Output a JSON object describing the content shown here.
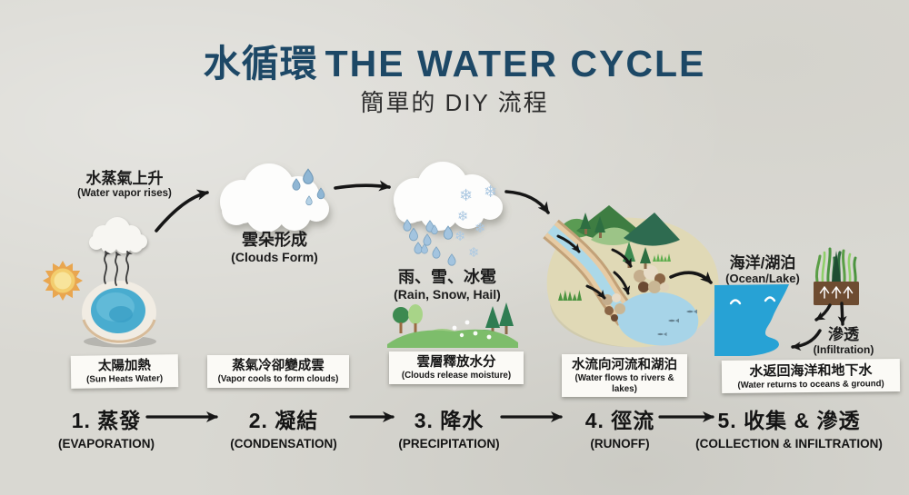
{
  "header": {
    "title_zh": "水循環",
    "title_en": "THE WATER CYCLE",
    "subtitle": "簡單的 DIY 流程"
  },
  "stages": [
    {
      "name": "evaporation",
      "annotation_zh": "水蒸氣上升",
      "annotation_en": "(Water vapor rises)",
      "caption_zh": "太陽加熱",
      "caption_en": "(Sun Heats Water)"
    },
    {
      "name": "condensation",
      "annotation_zh": "雲朵形成",
      "annotation_en": "(Clouds Form)",
      "caption_zh": "蒸氣冷卻變成雲",
      "caption_en": "(Vapor cools to form clouds)"
    },
    {
      "name": "precipitation",
      "annotation_zh": "雨、雪、冰雹",
      "annotation_en": "(Rain, Snow, Hail)",
      "caption_zh": "雲層釋放水分",
      "caption_en": "(Clouds release moisture)"
    },
    {
      "name": "runoff",
      "caption_zh": "水流向河流和湖泊",
      "caption_en": "(Water flows to rivers & lakes)"
    },
    {
      "name": "collection-infiltration",
      "annotation_zh": "海洋/湖泊",
      "annotation_en": "(Ocean/Lake)",
      "sub_annotation_zh": "滲透",
      "sub_annotation_en": "(Infiltration)",
      "caption_zh": "水返回海洋和地下水",
      "caption_en": "(Water returns to oceans & ground)"
    }
  ],
  "steps": [
    {
      "number_label_zh": "1. 蒸發",
      "label_en": "(EVAPORATION)"
    },
    {
      "number_label_zh": "2. 凝結",
      "label_en": "(CONDENSATION)"
    },
    {
      "number_label_zh": "3. 降水",
      "label_en": "(PRECIPITATION)"
    },
    {
      "number_label_zh": "4. 徑流",
      "label_en": "(RUNOFF)"
    },
    {
      "number_label_zh": "5. 收集 & 滲透",
      "label_en": "(COLLECTION & INFILTRATION)"
    }
  ],
  "icons": {
    "snowflake": "❄",
    "raindrop": "teardrop-shape",
    "sun": "paper-sun-shape",
    "flow_arrow": "black-hand-drawn-arrow"
  },
  "colors": {
    "background": "#d9d8d2",
    "title_blue": "#1d4866",
    "text_dark": "#1c1c1c",
    "card_bg": "#fbfaf6",
    "ocean_blue": "#27a2d5",
    "lake_blue": "#a7d4e8",
    "bowl_water_blue": "#49accf",
    "sun_yellow": "#f3cd6e",
    "sun_orange": "#e9a64f",
    "hill_green": "#5a9b53",
    "dark_green": "#2e6b50",
    "soil_brown": "#6e4c31",
    "wood_tan": "#e6cba4"
  }
}
